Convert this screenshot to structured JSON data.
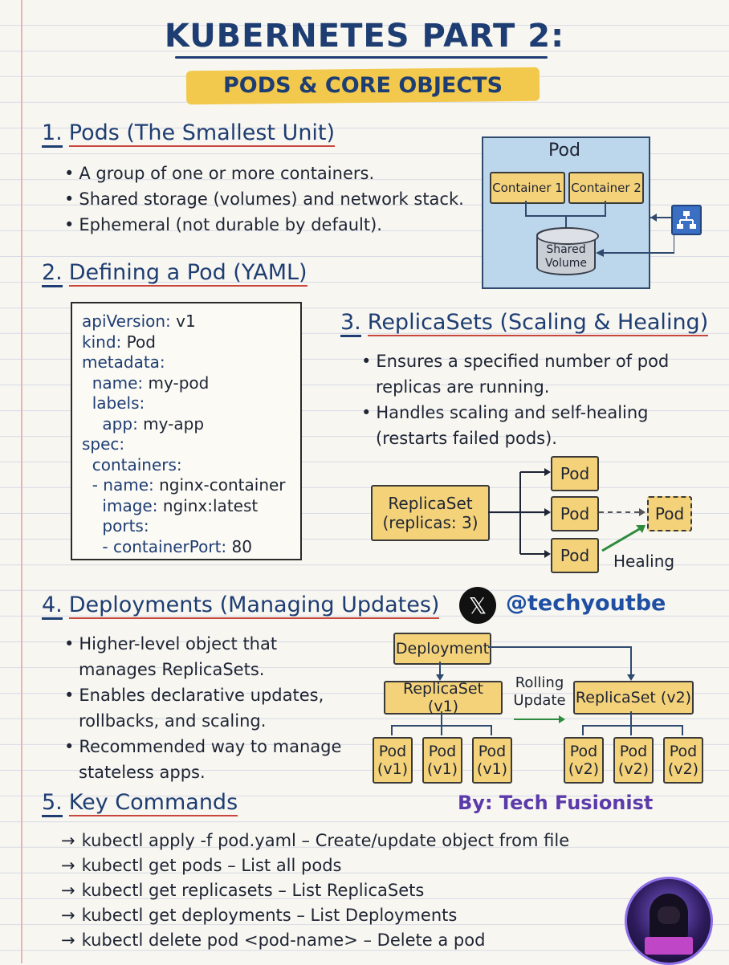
{
  "title": "KUBERNETES PART 2:",
  "subtitle": "PODS & CORE OBJECTS",
  "sections": {
    "pods": {
      "number": "1.",
      "heading": "Pods (The Smallest Unit)",
      "bullets": [
        "A group of one or more containers.",
        "Shared storage (volumes) and network stack.",
        "Ephemeral (not durable by default)."
      ],
      "diagram": {
        "pod_label": "Pod",
        "container_1": "Container 1",
        "container_2": "Container 2",
        "volume_line1": "Shared",
        "volume_line2": "Volume",
        "network_icon": "network-icon"
      }
    },
    "yaml": {
      "number": "2.",
      "heading": "Defining a Pod (YAML)",
      "lines": [
        {
          "key": "apiVersion:",
          "value": " v1"
        },
        {
          "key": "kind:",
          "value": " Pod"
        },
        {
          "key": "metadata:",
          "value": ""
        },
        {
          "key": "  name:",
          "value": " my-pod"
        },
        {
          "key": "  labels:",
          "value": ""
        },
        {
          "key": "    app:",
          "value": " my-app"
        },
        {
          "key": "spec:",
          "value": ""
        },
        {
          "key": "  containers:",
          "value": ""
        },
        {
          "key": "  - name:",
          "value": " nginx-container"
        },
        {
          "key": "    image:",
          "value": " nginx:latest"
        },
        {
          "key": "    ports:",
          "value": ""
        },
        {
          "key": "    - containerPort:",
          "value": " 80"
        }
      ]
    },
    "replicasets": {
      "number": "3.",
      "heading": "ReplicaSets (Scaling & Healing)",
      "bullets": [
        "Ensures a specified number of pod replicas are running.",
        "Handles scaling and self-healing (restarts failed pods)."
      ],
      "diagram": {
        "replicaset_line1": "ReplicaSet",
        "replicaset_line2": "(replicas: 3)",
        "pod": "Pod",
        "healing": "Healing"
      }
    },
    "deployments": {
      "number": "4.",
      "heading": "Deployments (Managing Updates)",
      "bullets": [
        "Higher-level object that manages ReplicaSets.",
        "Enables declarative updates, rollbacks, and scaling.",
        "Recommended way to manage stateless apps."
      ],
      "diagram": {
        "deployment": "Deployment",
        "replicaset_v1": "ReplicaSet (v1)",
        "replicaset_v2": "ReplicaSet (v2)",
        "rolling_1": "Rolling",
        "rolling_2": "Update",
        "pod": "Pod",
        "v1": "(v1)",
        "v2": "(v2)"
      }
    },
    "commands": {
      "number": "5.",
      "heading": "Key Commands",
      "items": [
        "kubectl apply -f pod.yaml – Create/update object from file",
        "kubectl get pods – List all pods",
        "kubectl get replicasets – List ReplicaSets",
        "kubectl get deployments – List Deployments",
        "kubectl delete pod <pod-name> – Delete a pod"
      ]
    }
  },
  "social": {
    "x_glyph": "𝕏",
    "handle": "@techyoutbe",
    "byline": "By: Tech Fusionist"
  },
  "colors": {
    "heading": "#1e3d72",
    "underline_red": "#c9463d",
    "box_fill": "#f4d27a",
    "pod_frame": "#bcd6ec",
    "arrow_green": "#2e8b3d",
    "handle_blue": "#1f4fa3",
    "byline_purple": "#5b3aaa"
  }
}
